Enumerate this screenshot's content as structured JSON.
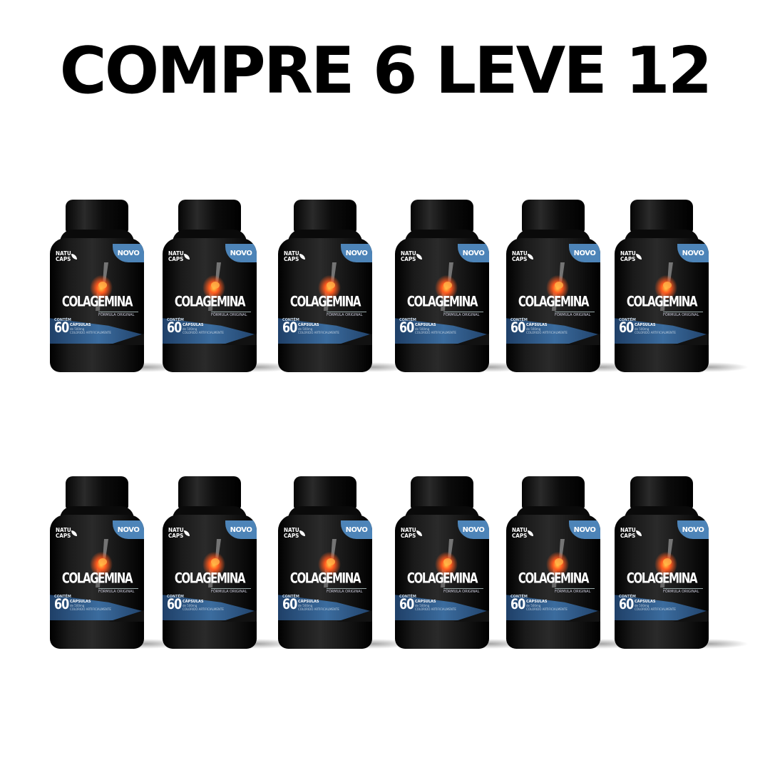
{
  "headline": "COMPRE 6 LEVE 12",
  "product": {
    "brand_line_1": "NATU",
    "brand_line_2": "CAPS",
    "badge": "NOVO",
    "name": "COLAGEMINA",
    "subtitle": "FÓRMULA ORIGINAL",
    "count_label": "CONTÉM",
    "count": "60",
    "unit": "CÁPSULAS",
    "dose": "de 500mg",
    "note": "COLORIDO ARTIFICIALMENTE"
  },
  "colors": {
    "background": "#ffffff",
    "headline": "#000000",
    "bottle": "#141414",
    "accent_blue": "#4d84b8",
    "highlight_orange": "#ff5a1f"
  },
  "rows": [
    {
      "bottles": [
        1,
        2,
        3,
        4,
        5,
        6
      ]
    },
    {
      "bottles": [
        7,
        8,
        9,
        10,
        11,
        12
      ]
    }
  ]
}
